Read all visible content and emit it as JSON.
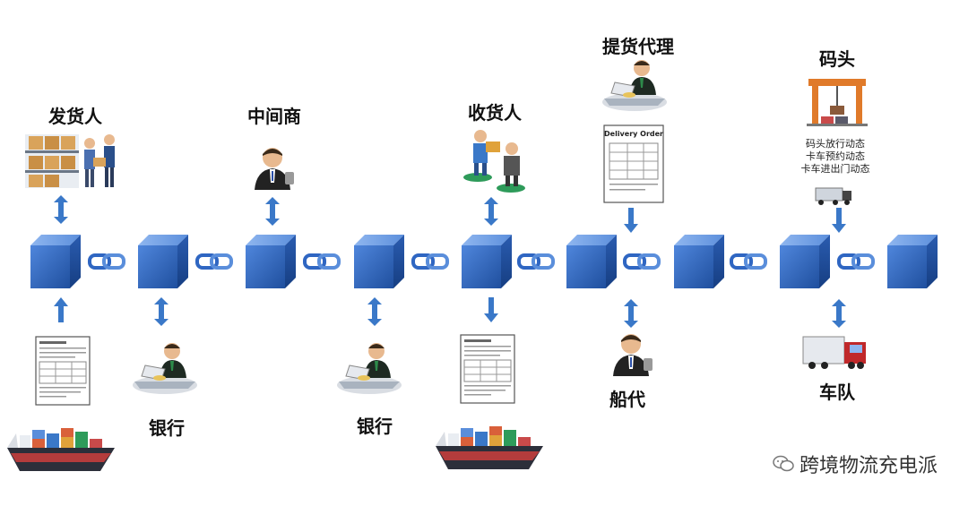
{
  "labels": {
    "shipper": "发货人",
    "intermediary": "中间商",
    "consignee": "收货人",
    "delivery_agent": "提货代理",
    "terminal": "码头",
    "bank_1": "银行",
    "bank_2": "银行",
    "ship_agent": "船代",
    "fleet": "车队"
  },
  "terminal_notes": [
    "码头放行动态",
    "卡车预约动态",
    "卡车进出门动态"
  ],
  "doc_title": "Delivery Order",
  "watermark": "跨境物流充电派",
  "colors": {
    "block": "#2f66c2",
    "arrow": "#3a78c8",
    "chain": "#2f66c2"
  }
}
